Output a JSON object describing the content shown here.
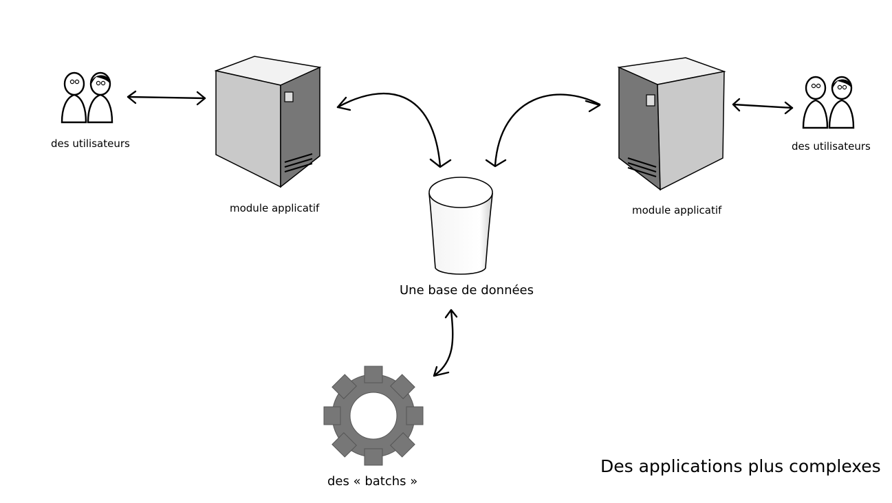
{
  "labels": {
    "users_left": "des utilisateurs",
    "users_right": "des utilisateurs",
    "module_left": "module applicatif",
    "module_right": "module applicatif",
    "database": "Une base de données",
    "batchs": "des « batchs »",
    "title": "Des applications plus complexes"
  },
  "icons": {
    "users": "users-icon",
    "server": "server-icon",
    "database": "database-icon",
    "gear": "gear-icon"
  },
  "colors": {
    "background": "#ffffff",
    "line": "#000000",
    "server_light": "#c8c8c8",
    "server_dark": "#7a7a7a",
    "gear": "#777777"
  }
}
